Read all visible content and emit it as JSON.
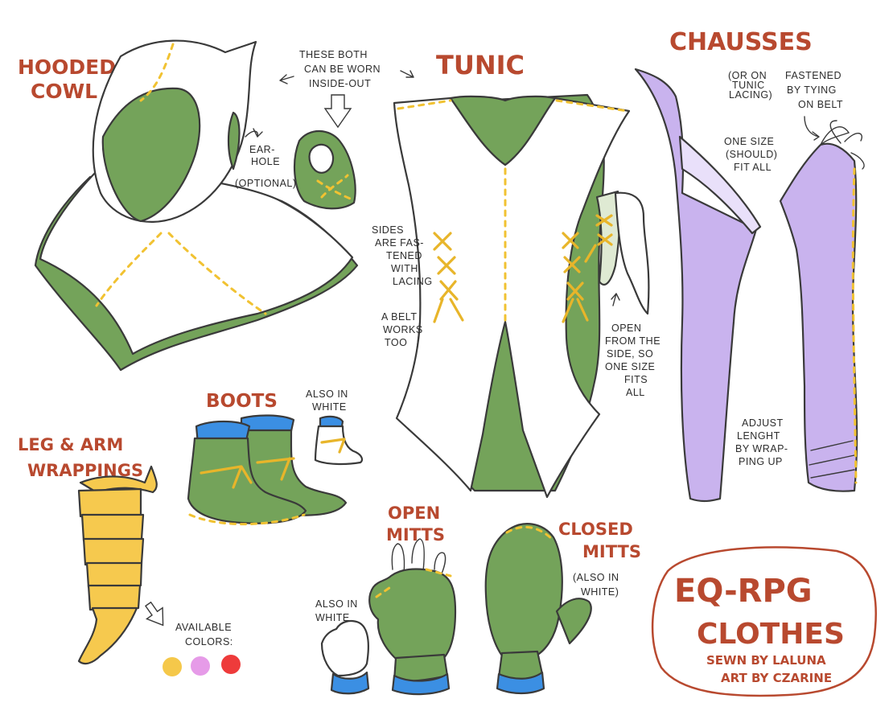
{
  "titles": {
    "cowl_line1": "HOODED",
    "cowl_line2": "COWL",
    "tunic": "TUNIC",
    "chausses": "CHAUSSES",
    "boots": "BOOTS",
    "wraps_line1": "LEG & ARM",
    "wraps_line2": "WRAPPINGS",
    "open_line1": "OPEN",
    "open_line2": "MITTS",
    "closed_line1": "CLOSED",
    "closed_line2": "MITTS"
  },
  "notes": {
    "both_1": "THESE BOTH",
    "both_2": "CAN BE WORN",
    "both_3": "INSIDE-OUT",
    "ear_1": "EAR-",
    "ear_2": "HOLE",
    "ear_3": "(OPTIONAL)",
    "sides_1": "SIDES",
    "sides_2": "ARE FAS-",
    "sides_3": "TENED",
    "sides_4": "WITH",
    "sides_5": "LACING",
    "belt_1": "A BELT",
    "belt_2": "WORKS",
    "belt_3": "TOO",
    "open_1": "OPEN",
    "open_2": "FROM THE",
    "open_3": "SIDE, SO",
    "open_4": "ONE SIZE",
    "open_5": "FITS",
    "open_6": "ALL",
    "ortunic_1": "(OR ON",
    "ortunic_2": "TUNIC",
    "ortunic_3": "LACING)",
    "fast_1": "FASTENED",
    "fast_2": "BY TYING",
    "fast_3": "ON BELT",
    "one_1": "ONE SIZE",
    "one_2": "(SHOULD)",
    "one_3": "FIT ALL",
    "adj_1": "ADJUST",
    "adj_2": "LENGHT",
    "adj_3": "BY WRAP-",
    "adj_4": "PING UP",
    "white_boots_1": "ALSO IN",
    "white_boots_2": "WHITE",
    "white_mitts_1": "ALSO IN",
    "white_mitts_2": "WHITE",
    "closed_white_1": "(ALSO IN",
    "closed_white_2": "WHITE)",
    "colors_1": "AVAILABLE",
    "colors_2": "COLORS:"
  },
  "badge": {
    "line1": "EQ-RPG",
    "line2": "CLOTHES",
    "line3": "SEWN BY LALUNA",
    "line4": "ART BY CZARINE"
  },
  "colors": {
    "swatch_yellow": "#f5c84a",
    "swatch_pink": "#e69be8",
    "swatch_red": "#ee3b3b",
    "cloth_green": "#74a35a",
    "cloth_white": "#ffffff",
    "chausses_purple": "#c9b3ee",
    "wrap_yellow": "#f6c94e",
    "lining_blue": "#3b8fe3",
    "title_red": "#b8492f"
  }
}
